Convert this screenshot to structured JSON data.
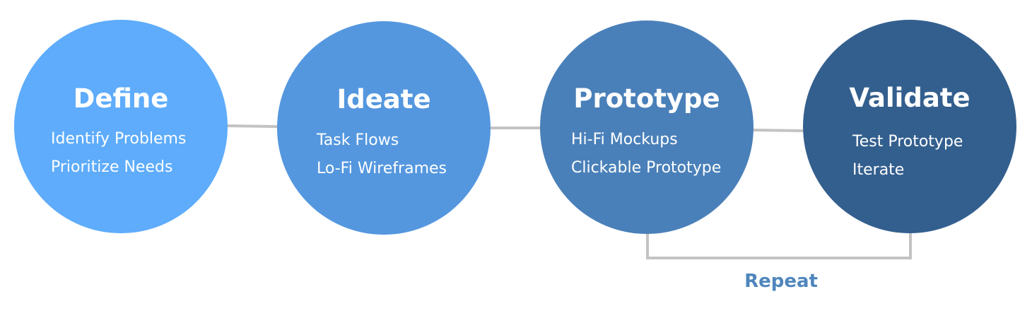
{
  "colors": {
    "connector": "#c3c3c3",
    "repeat_text": "#4f86bd"
  },
  "stages": [
    {
      "title": "Define",
      "items": [
        "Identify Problems",
        "Prioritize Needs"
      ],
      "color": "#5eacfb"
    },
    {
      "title": "Ideate",
      "items": [
        "Task Flows",
        "Lo-Fi Wireframes"
      ],
      "color": "#5497df"
    },
    {
      "title": "Prototype",
      "items": [
        "Hi-Fi Mockups",
        "Clickable Prototype"
      ],
      "color": "#4a80b9"
    },
    {
      "title": "Validate",
      "items": [
        "Test Prototype",
        "Iterate"
      ],
      "color": "#335f8e"
    }
  ],
  "repeat": {
    "label": "Repeat"
  }
}
